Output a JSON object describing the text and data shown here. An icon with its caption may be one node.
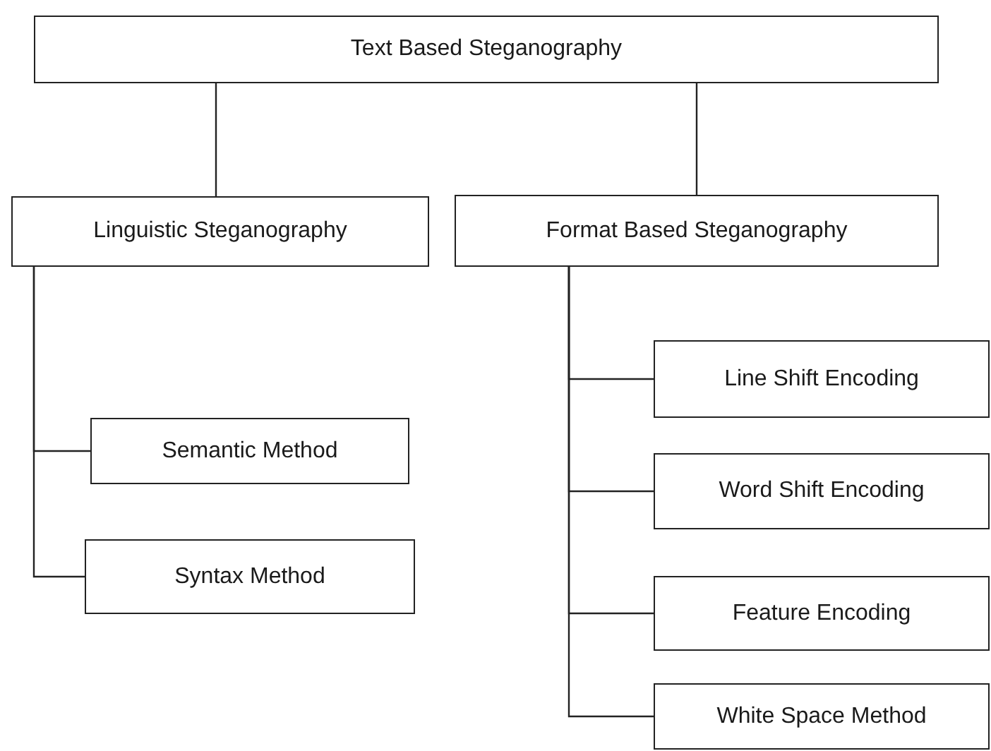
{
  "diagram": {
    "nodes": [
      {
        "text": [
          "Text Based Steganography"
        ]
      },
      {
        "text": [
          "Linguistic Steganography"
        ]
      },
      {
        "text": [
          "Format Based Steganography"
        ]
      },
      {
        "text": [
          "Semantic Method"
        ]
      },
      {
        "text": [
          "Syntax Method"
        ]
      },
      {
        "text": [
          "Line Shift Encoding"
        ]
      },
      {
        "text": [
          "Word Shift Encoding"
        ]
      },
      {
        "text": [
          "Feature Encoding"
        ]
      },
      {
        "text": [
          "White Space Method"
        ]
      }
    ],
    "edges": [
      {
        "from": 0,
        "to": 1,
        "arrow": "none"
      },
      {
        "from": 0,
        "to": 2,
        "arrow": "none"
      },
      {
        "from": 1,
        "to": 3,
        "arrow": "none"
      },
      {
        "from": 1,
        "to": 4,
        "arrow": "none"
      },
      {
        "from": 2,
        "to": 5,
        "arrow": "none"
      },
      {
        "from": 2,
        "to": 6,
        "arrow": "none"
      },
      {
        "from": 2,
        "to": 7,
        "arrow": "none"
      },
      {
        "from": 2,
        "to": 8,
        "arrow": "none"
      }
    ]
  }
}
